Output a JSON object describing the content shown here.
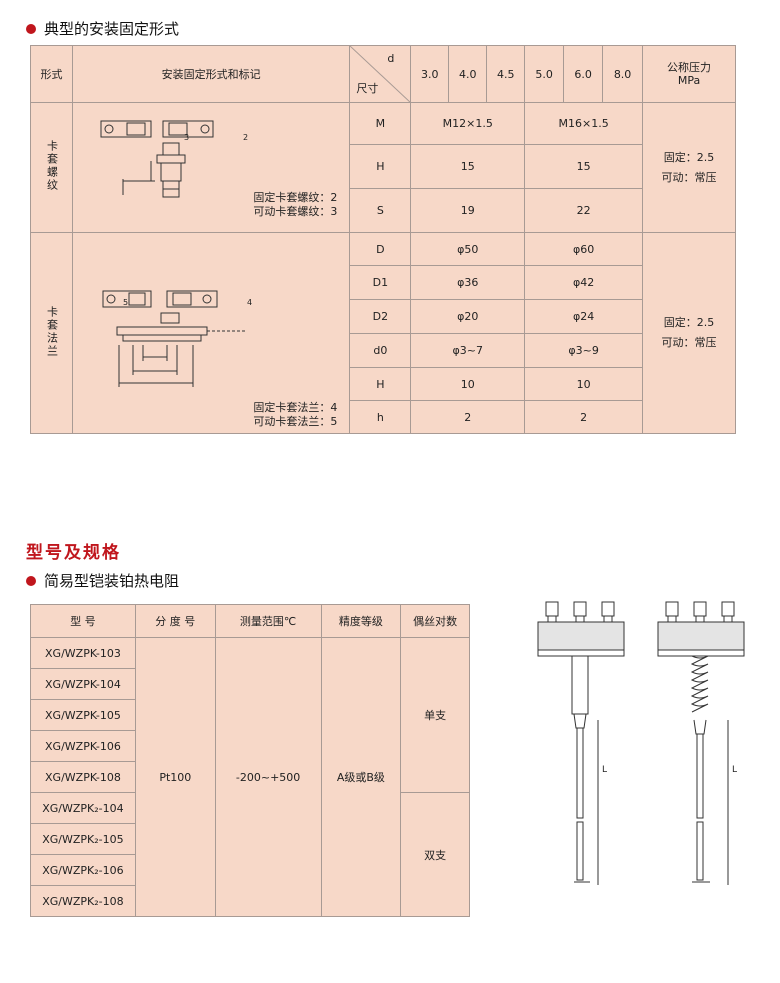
{
  "section1": {
    "heading": "典型的安装固定形式",
    "header": {
      "col_form": "形式",
      "col_method": "安装固定形式和标记",
      "diag_top": "d",
      "diag_bottom": "尺寸",
      "sizes": [
        "3.0",
        "4.0",
        "4.5",
        "5.0",
        "6.0",
        "8.0"
      ],
      "pressure": "公称压力",
      "pressure_unit": "MPa"
    },
    "thread": {
      "name": "卡套螺纹",
      "caption1": "固定卡套螺纹：2",
      "caption2": "可动卡套螺纹：3",
      "rows": [
        {
          "param": "M",
          "a": "M12×1.5",
          "b": "M16×1.5"
        },
        {
          "param": "H",
          "a": "15",
          "b": "15"
        },
        {
          "param": "S",
          "a": "19",
          "b": "22"
        }
      ],
      "pressure1": "固定：2.5",
      "pressure2": "可动：常压"
    },
    "flange": {
      "name": "卡套法兰",
      "caption1": "固定卡套法兰：4",
      "caption2": "可动卡套法兰：5",
      "rows": [
        {
          "param": "D",
          "a": "φ50",
          "b": "φ60"
        },
        {
          "param": "D1",
          "a": "φ36",
          "b": "φ42"
        },
        {
          "param": "D2",
          "a": "φ20",
          "b": "φ24"
        },
        {
          "param": "d0",
          "a": "φ3~7",
          "b": "φ3~9"
        },
        {
          "param": "H",
          "a": "10",
          "b": "10"
        },
        {
          "param": "h",
          "a": "2",
          "b": "2"
        }
      ],
      "pressure1": "固定：2.5",
      "pressure2": "可动：常压"
    }
  },
  "section2": {
    "title": "型号及规格",
    "heading": "简易型铠装铂热电阻",
    "header": {
      "model": "型  号",
      "index": "分 度 号",
      "range": "测量范围℃",
      "grade": "精度等级",
      "pairs": "偶丝对数"
    },
    "models": [
      "XG/WZPK-103",
      "XG/WZPK-104",
      "XG/WZPK-105",
      "XG/WZPK-106",
      "XG/WZPK-108",
      "XG/WZPK₂-104",
      "XG/WZPK₂-105",
      "XG/WZPK₂-106",
      "XG/WZPK₂-108"
    ],
    "index_value": "Pt100",
    "range_value": "-200~+500",
    "grade_value": "A级或B级",
    "single": "单支",
    "double": "双支"
  },
  "drawing_labels": {
    "length": "L",
    "thread_num_2": "2",
    "thread_num_3": "3",
    "flange_num_4": "4",
    "flange_num_5": "5"
  }
}
